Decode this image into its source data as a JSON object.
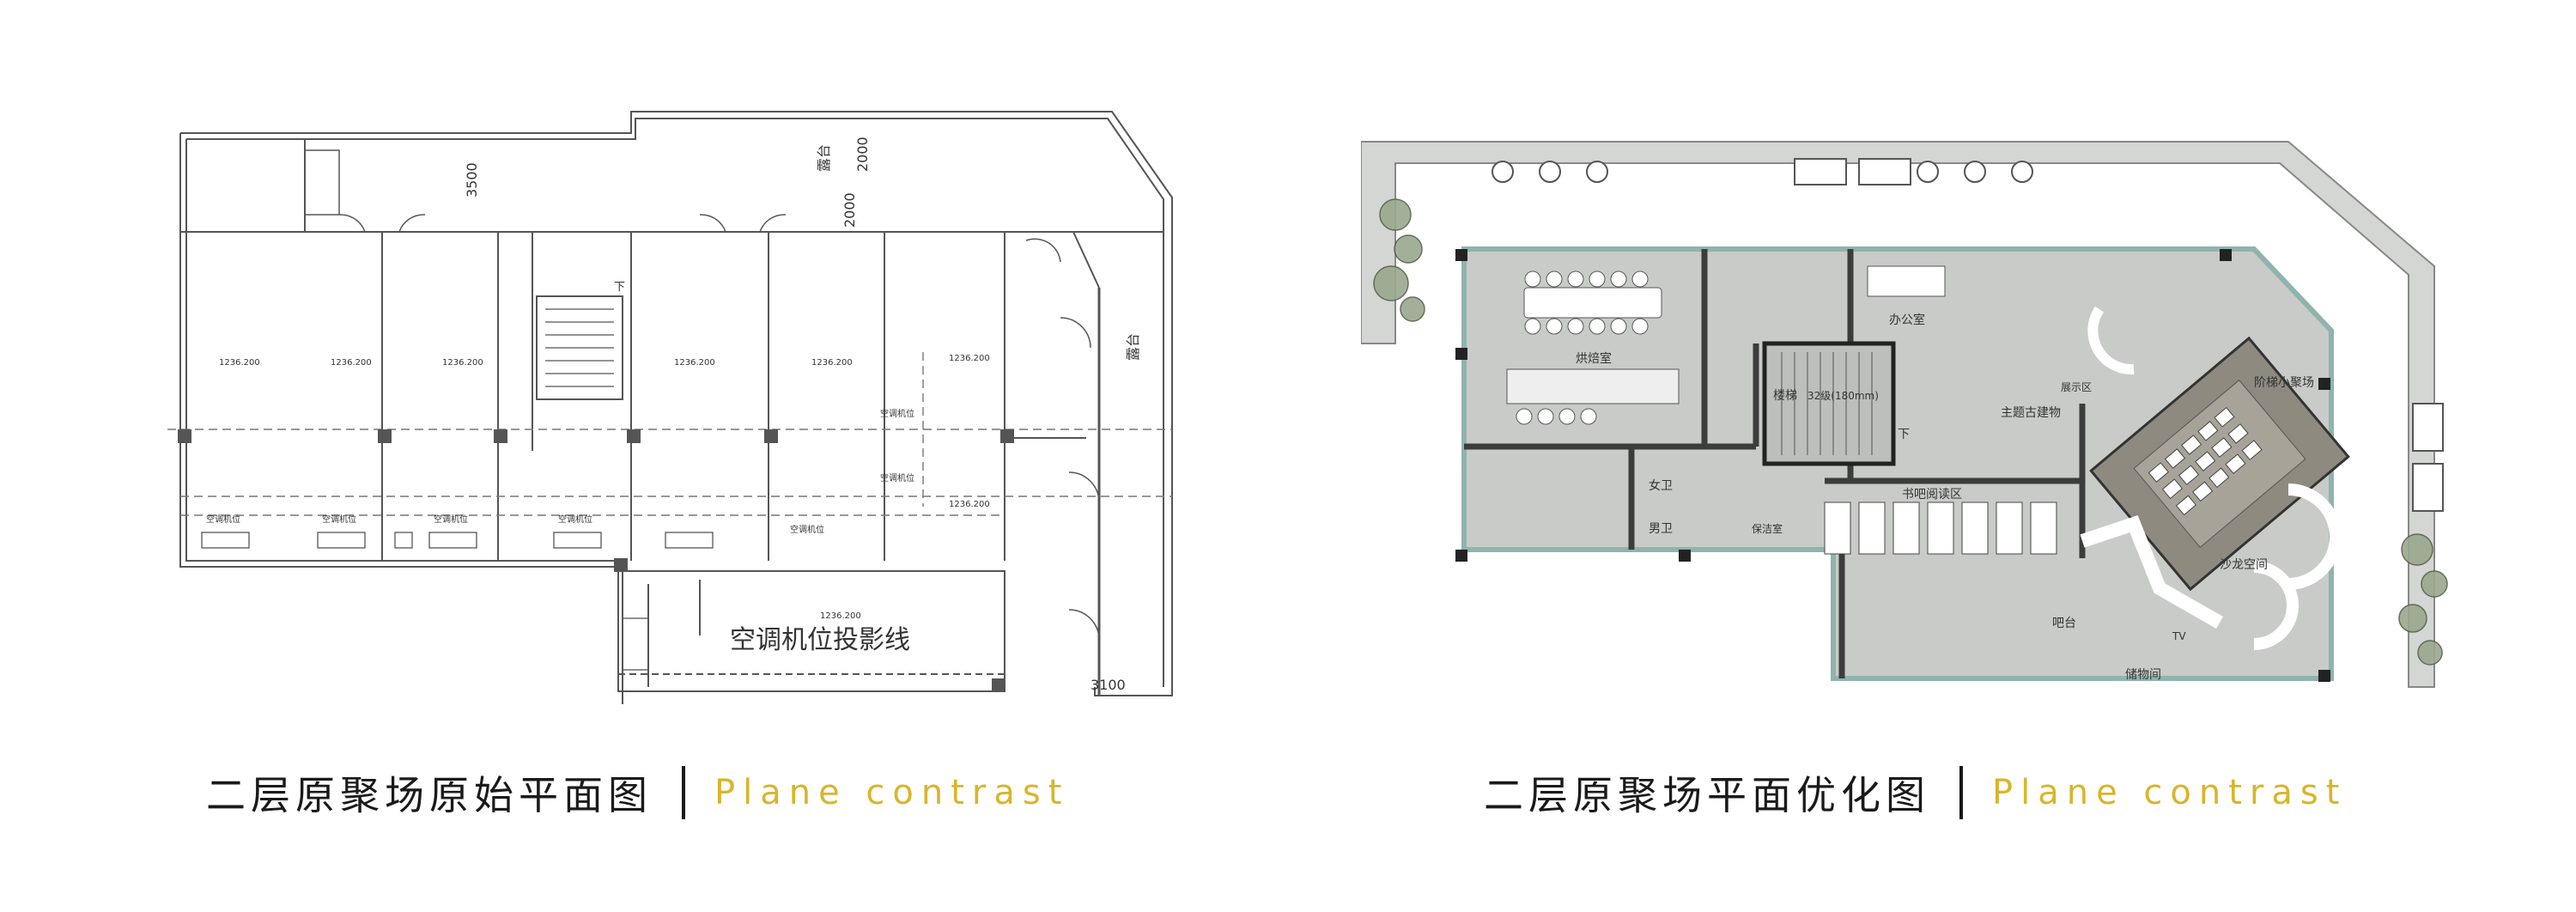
{
  "left_plan": {
    "dims": [
      "3500",
      "2000",
      "2000",
      "3100"
    ],
    "labels": {
      "terrace": "露台",
      "ac_projection": "空调机位投影线",
      "stair_down": "下"
    },
    "elevations": [
      "1236.200",
      "1236.200",
      "1236.200",
      "1236.200",
      "1236.200",
      "1236.200",
      "1236.200",
      "1236.200"
    ],
    "ac_units": [
      "空调机位",
      "空调机位",
      "空调机位",
      "空调机位",
      "空调机位",
      "空调机位",
      "空调机位"
    ]
  },
  "right_plan": {
    "rooms": {
      "tea_room": "烘焙室",
      "office": "办公室",
      "stair": "楼梯",
      "stair_note": "32级(180mm)",
      "stair_down": "下",
      "female_wc": "女卫",
      "male_wc": "男卫",
      "cleaning": "保洁室",
      "reading": "书吧阅读区",
      "theme_area": "主题古建物",
      "arena": "阶梯小聚场",
      "lounge": "沙龙空间",
      "bar": "吧台",
      "storage": "储物间",
      "tv": "TV",
      "exhibit": "展示区"
    }
  },
  "captions": {
    "left_cn": "二层原聚场原始平面图",
    "left_en": "Plane contrast",
    "right_cn": "二层原聚场平面优化图",
    "right_en": "Plane contrast"
  },
  "colors": {
    "accent": "#d9b52b",
    "text": "#1a1a1a",
    "floor": "#c9cbc8",
    "wall": "#8fb3ae"
  }
}
